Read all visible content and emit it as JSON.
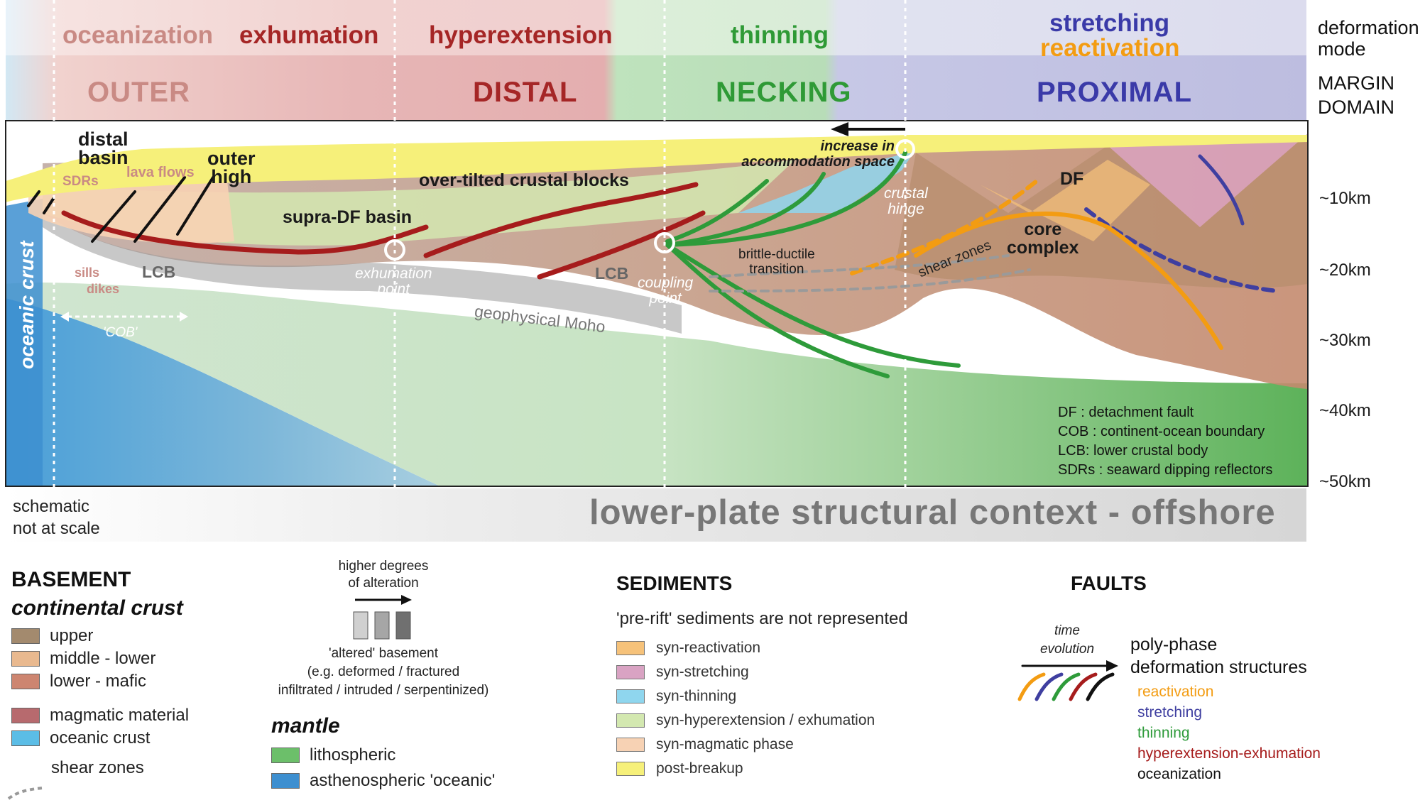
{
  "deformation_modes": {
    "oceanization": "oceanization",
    "exhumation": "exhumation",
    "hyperextension": "hyperextension",
    "thinning": "thinning",
    "stretching": "stretching",
    "reactivation": "reactivation"
  },
  "right_labels": {
    "deformation_mode_line1": "deformation",
    "deformation_mode_line2": "mode",
    "margin_line1": "MARGIN",
    "margin_line2": "DOMAIN"
  },
  "domains": {
    "outer": "OUTER",
    "distal": "DISTAL",
    "necking": "NECKING",
    "proximal": "PROXIMAL"
  },
  "depth_ticks": [
    "~10km",
    "~20km",
    "~30km",
    "~40km",
    "~50km"
  ],
  "section_labels": {
    "distal_basin_1": "distal",
    "distal_basin_2": "basin",
    "outer_high_1": "outer",
    "outer_high_2": "high",
    "sdrs": "SDRs",
    "lava_flows": "lava flows",
    "supra_df_basin": "supra-DF basin",
    "over_tilted": "over-tilted crustal blocks",
    "increase_1": "increase in",
    "increase_2": "accommodation space",
    "crustal_hinge_1": "crustal",
    "crustal_hinge_2": "hinge",
    "df": "DF",
    "core_complex_1": "core",
    "core_complex_2": "complex",
    "shear_zones": "shear zones",
    "brittle_1": "brittle-ductile",
    "brittle_2": "transition",
    "exhumation_point_1": "exhumation",
    "exhumation_point_2": "point",
    "coupling_point_1": "coupling",
    "coupling_point_2": "point",
    "lcb_left": "LCB",
    "lcb_mid": "LCB",
    "sills": "sills",
    "dikes": "dikes",
    "cob": "'COB'",
    "oceanic_crust": "oceanic crust",
    "geophysical_moho": "geophysical Moho"
  },
  "abbreviations": [
    "DF : detachment fault",
    "COB : continent-ocean boundary",
    "LCB: lower crustal body",
    "SDRs : seaward dipping reflectors"
  ],
  "footer": {
    "schematic_1": "schematic",
    "schematic_2": "not at scale",
    "context": "lower-plate structural context - offshore"
  },
  "legend_basement": {
    "title": "BASEMENT",
    "continental_title": "continental crust",
    "items": [
      {
        "label": "upper",
        "color": "#a38a6e"
      },
      {
        "label": "middle - lower",
        "color": "#e9b98f"
      },
      {
        "label": "lower - mafic",
        "color": "#cd8570"
      },
      {
        "label": "magmatic material",
        "color": "#b76a6e"
      },
      {
        "label": "oceanic crust",
        "color": "#5bbde6"
      }
    ],
    "shear_zones": "shear zones",
    "mantle_title": "mantle",
    "mantle_items": [
      {
        "label": "lithospheric",
        "color": "#6cbf6a"
      },
      {
        "label": "asthenospheric 'oceanic'",
        "color": "#3d8fd0"
      }
    ]
  },
  "legend_alteration": {
    "title_1": "higher degrees",
    "title_2": "of alteration",
    "lines": [
      "'altered' basement",
      "(e.g. deformed / fractured",
      "infiltrated / intruded / serpentinized)"
    ]
  },
  "legend_sediments": {
    "title": "SEDIMENTS",
    "subtitle": "'pre-rift' sediments are not represented",
    "items": [
      {
        "label": "syn-reactivation",
        "color": "#f6c27a"
      },
      {
        "label": "syn-stretching",
        "color": "#d9a3c3"
      },
      {
        "label": "syn-thinning",
        "color": "#8fd6ee"
      },
      {
        "label": "syn-hyperextension / exhumation",
        "color": "#d3e8b0"
      },
      {
        "label": "syn-magmatic phase",
        "color": "#f7d2b4"
      },
      {
        "label": "post-breakup",
        "color": "#f6f07a"
      }
    ]
  },
  "legend_faults": {
    "title": "FAULTS",
    "time_1": "time",
    "time_2": "evolution",
    "poly_1": "poly-phase",
    "poly_2": "deformation structures",
    "items": [
      {
        "label": "reactivation",
        "color": "#f39c12"
      },
      {
        "label": "stretching",
        "color": "#3f3fa0"
      },
      {
        "label": "thinning",
        "color": "#2e9b3a"
      },
      {
        "label": "hyperextension-exhumation",
        "color": "#a61c1c"
      },
      {
        "label": "oceanization",
        "color": "#111111"
      }
    ]
  },
  "colors": {
    "oceanization": "#c98a84",
    "exhumation": "#a52626",
    "hyperextension": "#a52626",
    "thinning": "#2f9a36",
    "stretching": "#3a3aa8",
    "reactivation": "#f39c12"
  }
}
